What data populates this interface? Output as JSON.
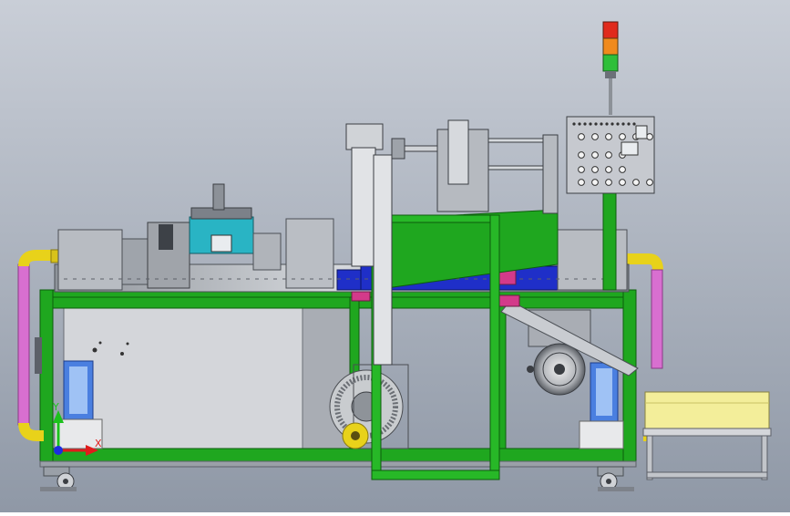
{
  "viewport": {
    "background_top": "#c9ced7",
    "background_bottom": "#8f98a6"
  },
  "colors": {
    "frame": "#1fa71f",
    "frame_dark": "#137a13",
    "pipe_pink": "#d86fd0",
    "pipe_yellow": "#e8d21a",
    "steel": "#b8bcc2",
    "steel_dark": "#5c6068",
    "panel": "#c6c9cf",
    "blue_belt": "#1f2fc8",
    "cyan_box": "#29b4c4",
    "bin_yellow": "#f3ee9a",
    "magenta": "#d33a8a",
    "lamp_red": "#e02a1c",
    "lamp_orange": "#f08a1c",
    "lamp_green": "#2fbf3a"
  },
  "triad": {
    "x_label": "X",
    "y_label": "Y",
    "x_color": "#e01c1c",
    "y_color": "#1cc21c",
    "z_color": "#1c2ee0"
  },
  "control_panel": {
    "button_icon": "round-button-icon",
    "display_icon": "square-display-icon"
  },
  "signal_tower": {
    "lamps": [
      "red",
      "orange",
      "green"
    ]
  }
}
